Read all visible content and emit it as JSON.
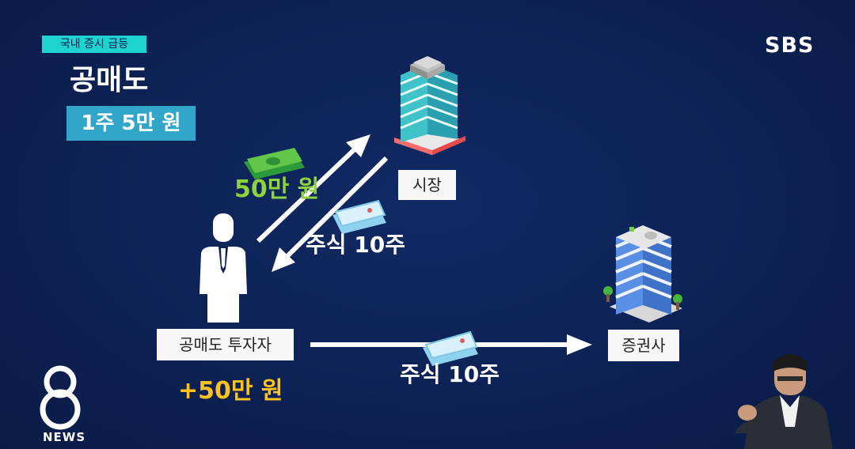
{
  "topic_tag": "국내 증시 급등",
  "title": "공매도",
  "price_box": "1주 5만 원",
  "broadcaster": "SBS",
  "market_label": "시장",
  "investor_label": "공매도 투자자",
  "broker_label": "증권사",
  "money_label": "50만 원",
  "shares_label_top": "주식 10주",
  "shares_label_bottom": "주식 10주",
  "profit_label": "+50만 원",
  "news_logo": {
    "number": "8",
    "text": "NEWS"
  },
  "colors": {
    "accent_cyan": "#1fd3d0",
    "green": "#8ed33b",
    "yellow": "#ffc21d",
    "background": "#0d2255"
  }
}
